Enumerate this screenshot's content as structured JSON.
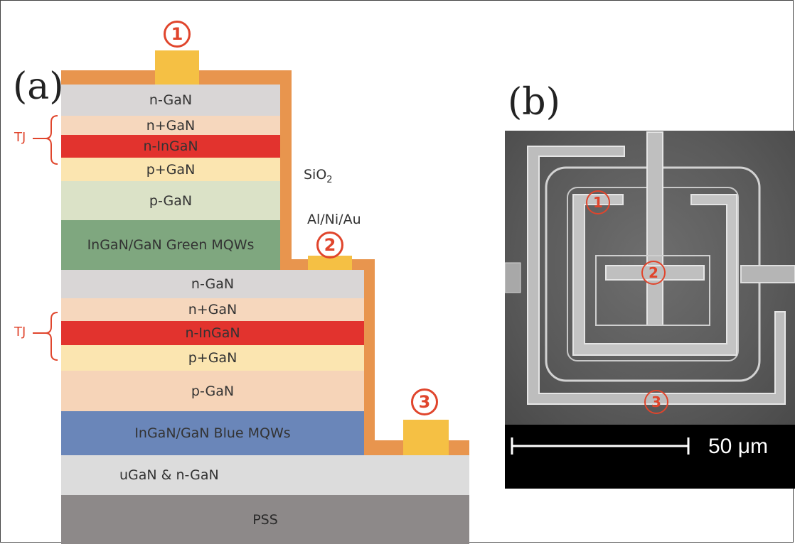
{
  "panel_a": {
    "label": "(a)",
    "layers": {
      "n_gan_top": "n-GaN",
      "nplus_gan_top": "n+GaN",
      "n_ingan_top": "n-InGaN",
      "pplus_gan_top": "p+GaN",
      "p_gan_top": "p-GaN",
      "green_mqw": "InGaN/GaN Green MQWs",
      "n_gan_mid": "n-GaN",
      "nplus_gan_mid": "n+GaN",
      "n_ingan_mid": "n-InGaN",
      "pplus_gan_mid": "p+GaN",
      "p_gan_mid": "p-GaN",
      "blue_mqw": "InGaN/GaN Blue MQWs",
      "ugan": "uGaN & n-GaN",
      "pss": "PSS"
    },
    "tj_label_top": "TJ",
    "tj_label_bottom": "TJ",
    "sio2_label": "SiO",
    "sio2_subscript": "2",
    "metal_label": "Al/Ni/Au",
    "contact_1": "1",
    "contact_2": "2",
    "contact_3": "3",
    "colors": {
      "sio2": "#e8954e",
      "n_gan": "#d9d6d6",
      "nplus_gan": "#f6d7bd",
      "n_ingan": "#e2332e",
      "pplus_gan": "#fbe5b0",
      "p_gan_top": "#dbe2c7",
      "green_mqw": "#7fa77f",
      "p_gan_mid": "#f6d4b8",
      "blue_mqw": "#6a86b9",
      "ugan": "#dcdcdc",
      "pss": "#8d8989",
      "contact": "#f5c044",
      "accent": "#e0452c"
    }
  },
  "panel_b": {
    "label": "(b)",
    "marker_1": "1",
    "marker_2": "2",
    "marker_3": "3",
    "scale_bar": "50 μm"
  }
}
